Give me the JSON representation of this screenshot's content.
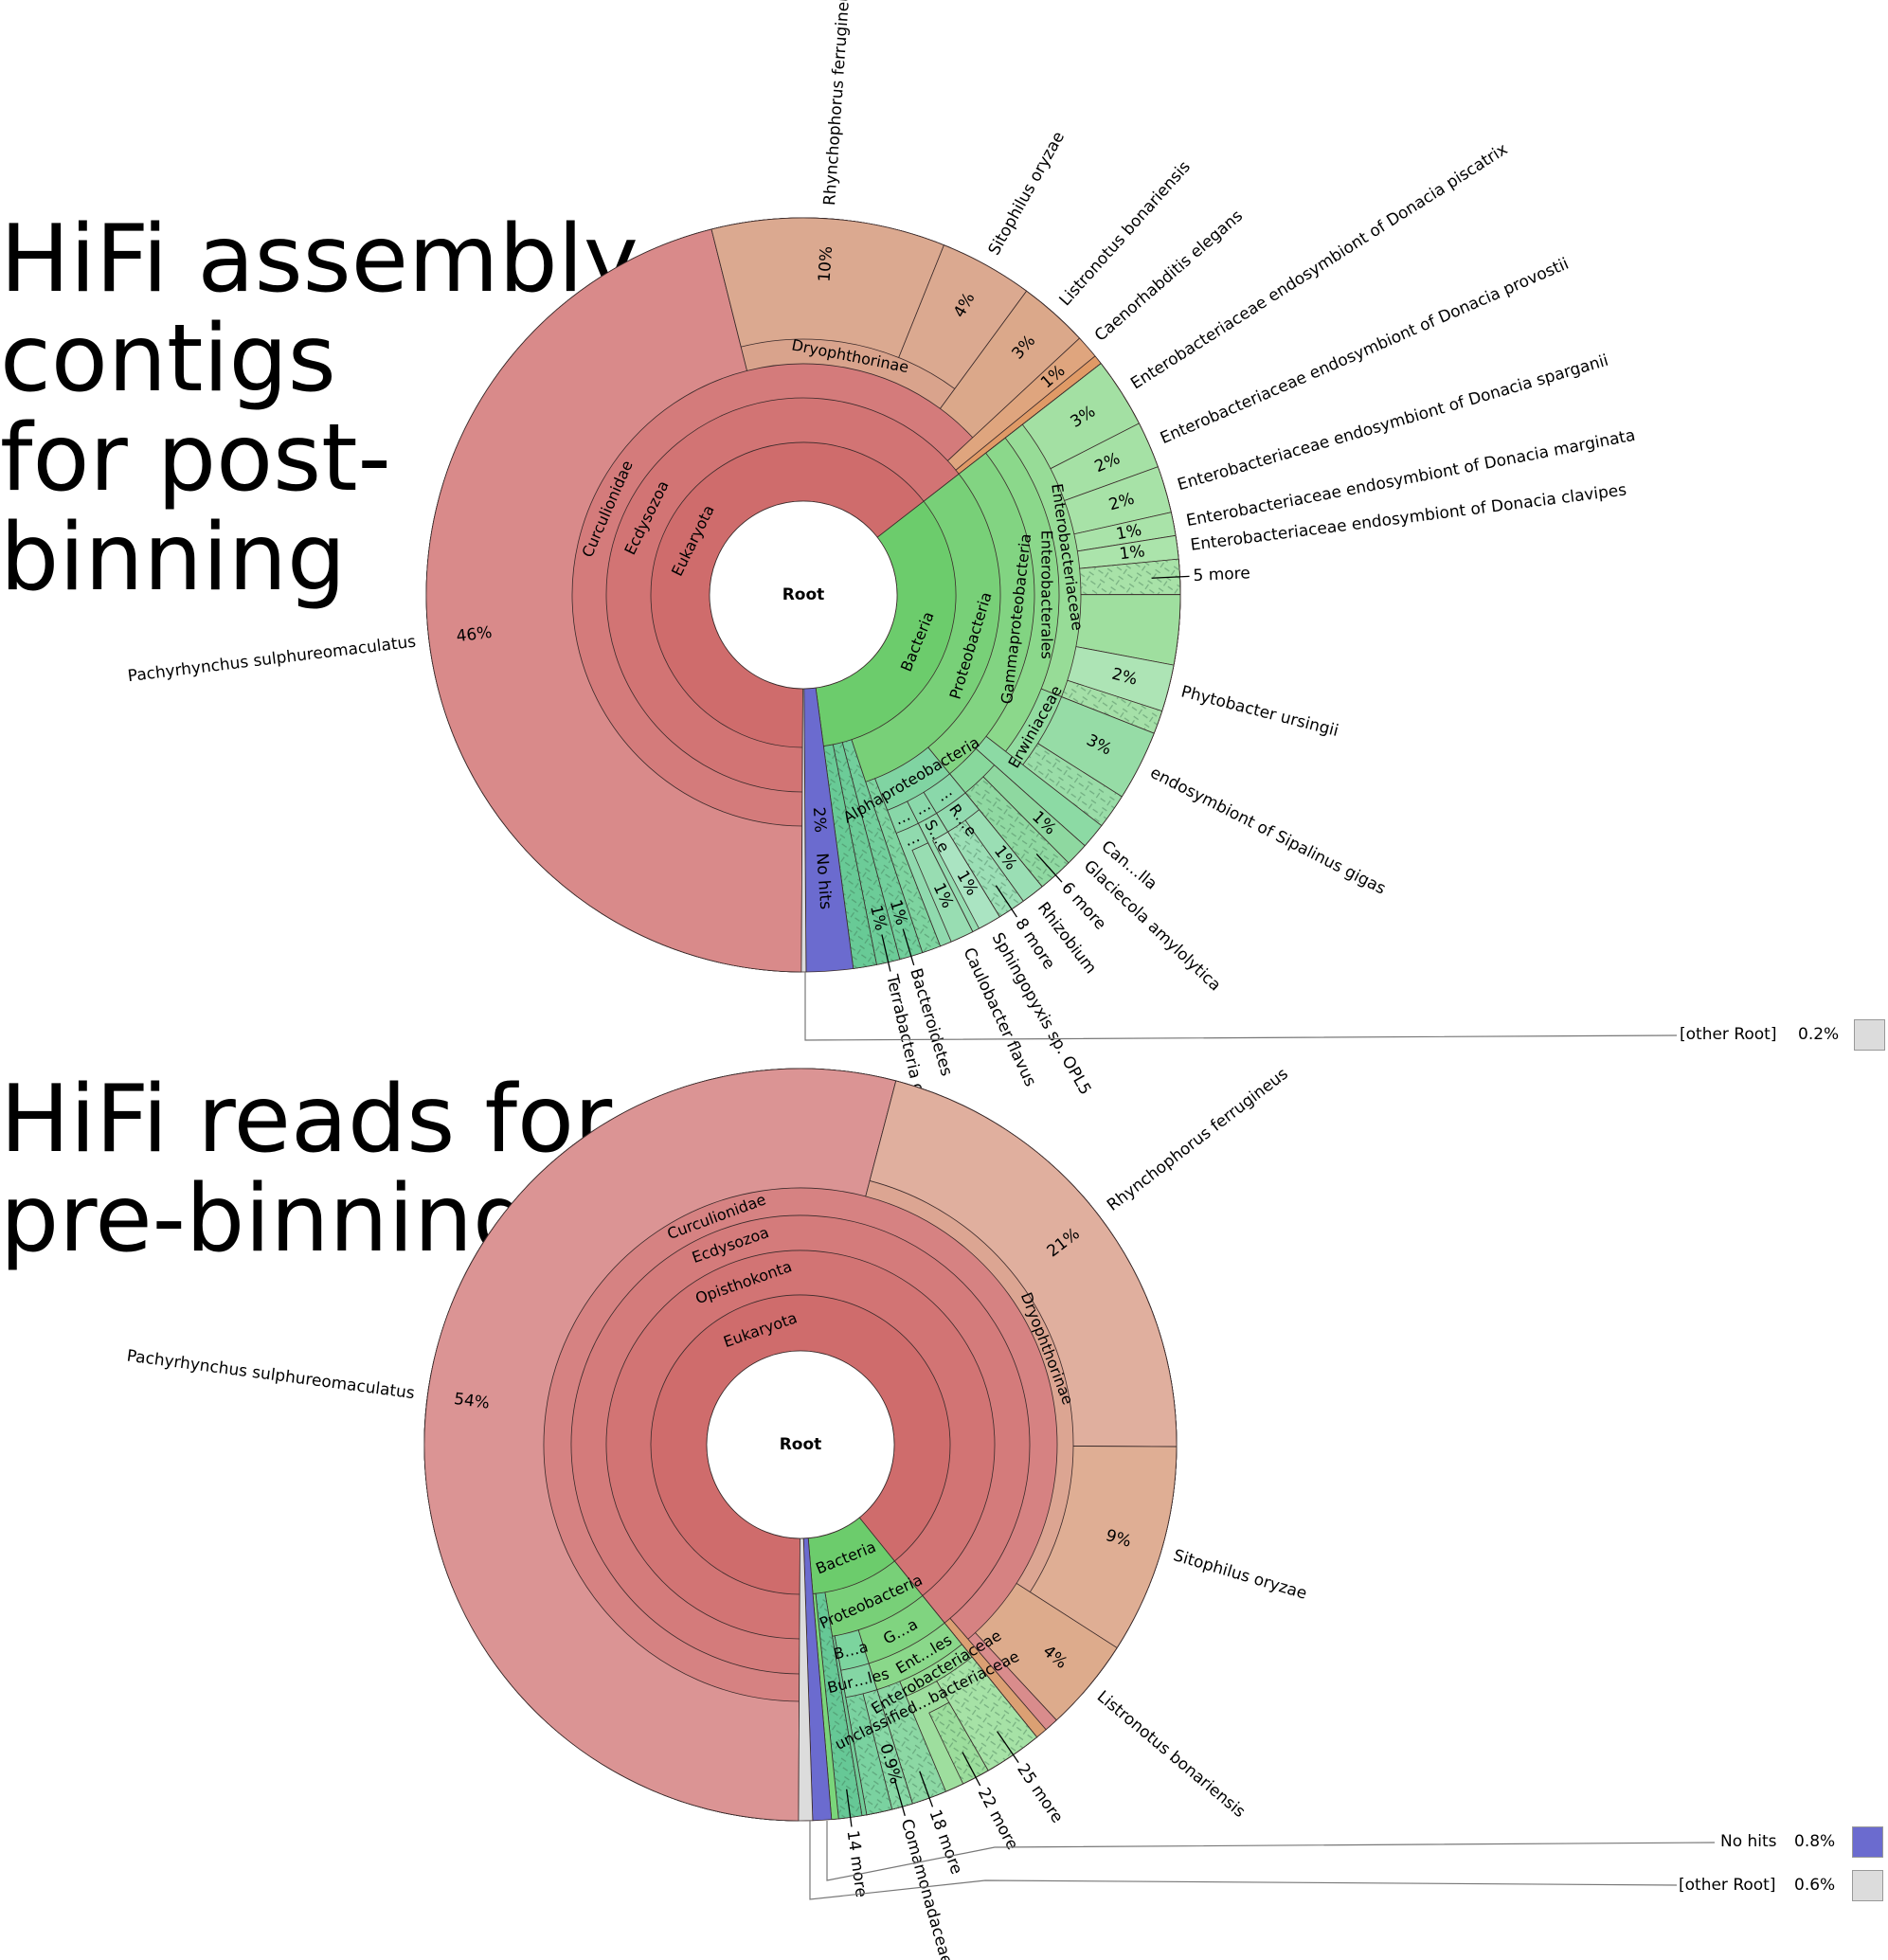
{
  "titles": {
    "top": "HiFi assembly\ncontigs\nfor post-\nbinning",
    "bottom": "HiFi reads for\npre-binning"
  },
  "chart_data": [
    {
      "type": "sunburst",
      "title": "HiFi assembly contigs for post-binning",
      "root_label": "Root",
      "legend": [
        {
          "name": "[other Root]",
          "label": "0.2%",
          "color": "#dcdcdc"
        }
      ],
      "nodes": [
        {
          "name": "Eukaryota",
          "pct": 64.4,
          "color": "#cf6c6c",
          "children": [
            {
              "name": "Ecdysozoa",
              "pct": 64.4,
              "color": "#d27474",
              "children": [
                {
                  "name": "Curculionidae",
                  "pct": 63,
                  "color": "#d47b7b",
                  "children": [
                    {
                      "name": "Pachyrhynchus sulphureomaculatus",
                      "pct": 46,
                      "label": "46%",
                      "color": "#d98a8a"
                    },
                    {
                      "name": "Dryophthorinae",
                      "pct": 14,
                      "color": "#d9a38c",
                      "children": [
                        {
                          "name": "Rhynchophorus ferrugineus",
                          "pct": 10,
                          "label": "10%",
                          "color": "#dba990"
                        },
                        {
                          "name": "Sitophilus oryzae",
                          "pct": 4,
                          "label": "4%",
                          "color": "#dba990"
                        }
                      ]
                    },
                    {
                      "name": "Listronotus bonariensis",
                      "pct": 3,
                      "label": "3%",
                      "color": "#dba88a"
                    }
                  ]
                },
                {
                  "name": "Caenorhabditis elegans",
                  "pct": 1,
                  "label": "1%",
                  "color": "#dfa57e"
                },
                {
                  "name": "",
                  "pct": 0.4,
                  "color": "#e09a66"
                }
              ]
            }
          ]
        },
        {
          "name": "Bacteria",
          "pct": 33.4,
          "color": "#6ccc6c",
          "children": [
            {
              "name": "Proteobacteria",
              "pct": 30.4,
              "color": "#78d078",
              "children": [
                {
                  "name": "Gammaproteobacteria",
                  "pct": 24.6,
                  "color": "#82d482",
                  "children": [
                    {
                      "name": "Enterobacterales",
                      "pct": 21,
                      "color": "#8bd88b",
                      "children": [
                        {
                          "name": "Enterobacteriaceae",
                          "pct": 16.5,
                          "color": "#97dc97",
                          "children": [
                            {
                              "name": "Enterobacteriaceae endosymbiont of Donacia piscatrix",
                              "pct": 3,
                              "label": "3%",
                              "color": "#a3e0a3"
                            },
                            {
                              "name": "Enterobacteriaceae endosymbiont of Donacia provostii",
                              "pct": 2,
                              "label": "2%",
                              "color": "#a5e1a5"
                            },
                            {
                              "name": "Enterobacteriaceae endosymbiont of Donacia sparganii",
                              "pct": 2,
                              "label": "2%",
                              "color": "#a7e2a7"
                            },
                            {
                              "name": "Enterobacteriaceae endosymbiont of Donacia marginata",
                              "pct": 1,
                              "label": "1%",
                              "color": "#a9e3a9"
                            },
                            {
                              "name": "Enterobacteriaceae endosymbiont of Donacia clavipes",
                              "pct": 1,
                              "label": "1%",
                              "color": "#abe4ab"
                            },
                            {
                              "name": "5 more",
                              "pct": 1.5,
                              "color": "#a8e2a8",
                              "hatched": true
                            },
                            {
                              "name": "",
                              "pct": 3,
                              "color": "#9fdf9f"
                            },
                            {
                              "name": "Phytobacter ursingii",
                              "pct": 2,
                              "label": "2%",
                              "color": "#ade4b5"
                            },
                            {
                              "name": "",
                              "pct": 1,
                              "color": "#a5e0a8",
                              "hatched": true
                            }
                          ]
                        },
                        {
                          "name": "Erwiniaceae",
                          "pct": 4.5,
                          "color": "#92dca0",
                          "children": [
                            {
                              "name": "endosymbiont of Sipalinus gigas",
                              "pct": 3,
                              "label": "3%",
                              "color": "#96dca6"
                            },
                            {
                              "name": "",
                              "pct": 1.5,
                              "color": "#9adda8",
                              "hatched": true
                            }
                          ]
                        }
                      ]
                    },
                    {
                      "name": "Can…lla",
                      "pct": 1.1,
                      "color": "#8cdaa4"
                    },
                    {
                      "name": "",
                      "pct": 2.5,
                      "color": "#88d89c",
                      "children": [
                        {
                          "name": "Glaciecola amylolytica",
                          "pct": 1,
                          "label": "1%",
                          "color": "#8ed8a0"
                        },
                        {
                          "name": "6 more",
                          "pct": 1.5,
                          "color": "#90d9a2",
                          "hatched": true
                        }
                      ]
                    }
                  ]
                },
                {
                  "name": "Alphaproteobacteria",
                  "pct": 5,
                  "color": "#80d4a2",
                  "children": [
                    {
                      "name": "…",
                      "pct": 2.2,
                      "color": "#8ad8aa",
                      "children": [
                        {
                          "name": "R…e",
                          "pct": 2.2,
                          "color": "#92dbb0",
                          "children": [
                            {
                              "name": "Rhizobium",
                              "pct": 1,
                              "label": "1%",
                              "color": "#9adeb4"
                            },
                            {
                              "name": "8 more",
                              "pct": 1.2,
                              "color": "#9cdfb6",
                              "hatched": true
                            }
                          ]
                        }
                      ]
                    },
                    {
                      "name": "…",
                      "pct": 1.3,
                      "color": "#8ad8aa",
                      "children": [
                        {
                          "name": "S…e",
                          "pct": 1.3,
                          "color": "#94dcb0",
                          "children": [
                            {
                              "name": "Sphingopyxis sp. OPL5",
                              "pct": 1,
                              "label": "1%",
                              "color": "#aae4c2"
                            }
                          ]
                        }
                      ]
                    },
                    {
                      "name": "…",
                      "pct": 1.5,
                      "color": "#88d7a8",
                      "children": [
                        {
                          "name": "…",
                          "pct": 1.5,
                          "color": "#90daae",
                          "children": [
                            {
                              "name": "Caulobacter flavus",
                              "pct": 1,
                              "label": "1%",
                              "color": "#98ddb2"
                            }
                          ]
                        }
                      ]
                    }
                  ]
                },
                {
                  "name": "",
                  "pct": 0.8,
                  "color": "#7ed4a0",
                  "hatched": true
                }
              ]
            },
            {
              "name": "Bacteroidetes",
              "pct": 1,
              "label": "1%",
              "color": "#72cf9c",
              "hatched": true
            },
            {
              "name": "Terrabacteria group",
              "pct": 1,
              "label": "1%",
              "color": "#6ccc98",
              "hatched": true
            },
            {
              "name": "",
              "pct": 1,
              "color": "#68ca96",
              "hatched": true
            }
          ]
        },
        {
          "name": "No hits",
          "pct": 2,
          "label": "2%",
          "color": "#6b6bcf",
          "inside": true
        },
        {
          "name": "[other Root]",
          "pct": 0.2,
          "color": "#dcdcdc",
          "legend": true
        }
      ]
    },
    {
      "type": "sunburst",
      "title": "HiFi reads for pre-binning",
      "root_label": "Root",
      "legend": [
        {
          "name": "No hits",
          "label": "0.8%",
          "color": "#6b6bcf"
        },
        {
          "name": "[other Root]",
          "label": "0.6%",
          "color": "#dcdcdc"
        }
      ],
      "nodes": [
        {
          "name": "Eukaryota",
          "pct": 89.1,
          "color": "#cf6c6c",
          "children": [
            {
              "name": "Opisthokonta",
              "pct": 89.1,
              "color": "#d27474",
              "children": [
                {
                  "name": "Ecdysozoa",
                  "pct": 89.1,
                  "color": "#d47b7b",
                  "children": [
                    {
                      "name": "Curculionidae",
                      "pct": 88.6,
                      "color": "#d68282",
                      "children": [
                        {
                          "name": "Pachyrhynchus sulphureomaculatus",
                          "pct": 54,
                          "label": "54%",
                          "color": "#db9494"
                        },
                        {
                          "name": "Dryophthorinae",
                          "pct": 30,
                          "color": "#dca592",
                          "children": [
                            {
                              "name": "Rhynchophorus ferrugineus",
                              "pct": 21,
                              "label": "21%",
                              "color": "#e0af9e"
                            },
                            {
                              "name": "Sitophilus oryzae",
                              "pct": 9,
                              "label": "9%",
                              "color": "#dfae94"
                            }
                          ]
                        },
                        {
                          "name": "Listronotus bonariensis",
                          "pct": 4,
                          "label": "4%",
                          "color": "#ddab8c"
                        },
                        {
                          "name": "",
                          "pct": 0.6,
                          "color": "#d98c8c"
                        }
                      ]
                    },
                    {
                      "name": "",
                      "pct": 0.5,
                      "color": "#dba073"
                    }
                  ]
                }
              ]
            }
          ]
        },
        {
          "name": "Bacteria",
          "pct": 9.5,
          "color": "#6ccc6c",
          "children": [
            {
              "name": "Proteobacteria",
              "pct": 8.2,
              "color": "#78d078",
              "children": [
                {
                  "name": "G…a",
                  "pct": 6,
                  "color": "#80d480",
                  "children": [
                    {
                      "name": "Ent…les",
                      "pct": 6,
                      "color": "#8ad88a",
                      "children": [
                        {
                          "name": "Enterobacteriaceae",
                          "pct": 4.5,
                          "color": "#94dc94",
                          "children": [
                            {
                              "name": "25 more",
                              "pct": 2.5,
                              "color": "#a6e2a6",
                              "hatched": true
                            },
                            {
                              "name": "unclassified…bacteriaceae",
                              "pct": 2,
                              "color": "#9ede9e",
                              "children": [
                                {
                                  "name": "22 more",
                                  "pct": 1.2,
                                  "color": "#9cdd9c",
                                  "hatched": true
                                }
                              ]
                            }
                          ]
                        },
                        {
                          "name": "18 more",
                          "pct": 1.5,
                          "color": "#8cd8a4",
                          "hatched": true
                        }
                      ]
                    }
                  ]
                },
                {
                  "name": "B…a",
                  "pct": 2,
                  "color": "#7cd49e",
                  "children": [
                    {
                      "name": "Bur…les",
                      "pct": 2,
                      "color": "#84d6a4",
                      "children": [
                        {
                          "name": "Comamonadaceae",
                          "pct": 0.9,
                          "label": "0.9%",
                          "color": "#88d8a6",
                          "hatched": true
                        },
                        {
                          "name": "",
                          "pct": 1.1,
                          "color": "#7ad2a0",
                          "hatched": true
                        }
                      ]
                    }
                  ]
                },
                {
                  "name": "",
                  "pct": 0.2,
                  "color": "#70cc98"
                }
              ]
            },
            {
              "name": "14 more",
              "pct": 1,
              "color": "#66c896",
              "hatched": true
            },
            {
              "name": "",
              "pct": 0.3,
              "color": "#7ad67a"
            }
          ]
        },
        {
          "name": "No hits",
          "pct": 0.8,
          "color": "#6b6bcf",
          "legend": true
        },
        {
          "name": "[other Root]",
          "pct": 0.6,
          "color": "#dcdcdc",
          "legend": true
        }
      ]
    }
  ]
}
